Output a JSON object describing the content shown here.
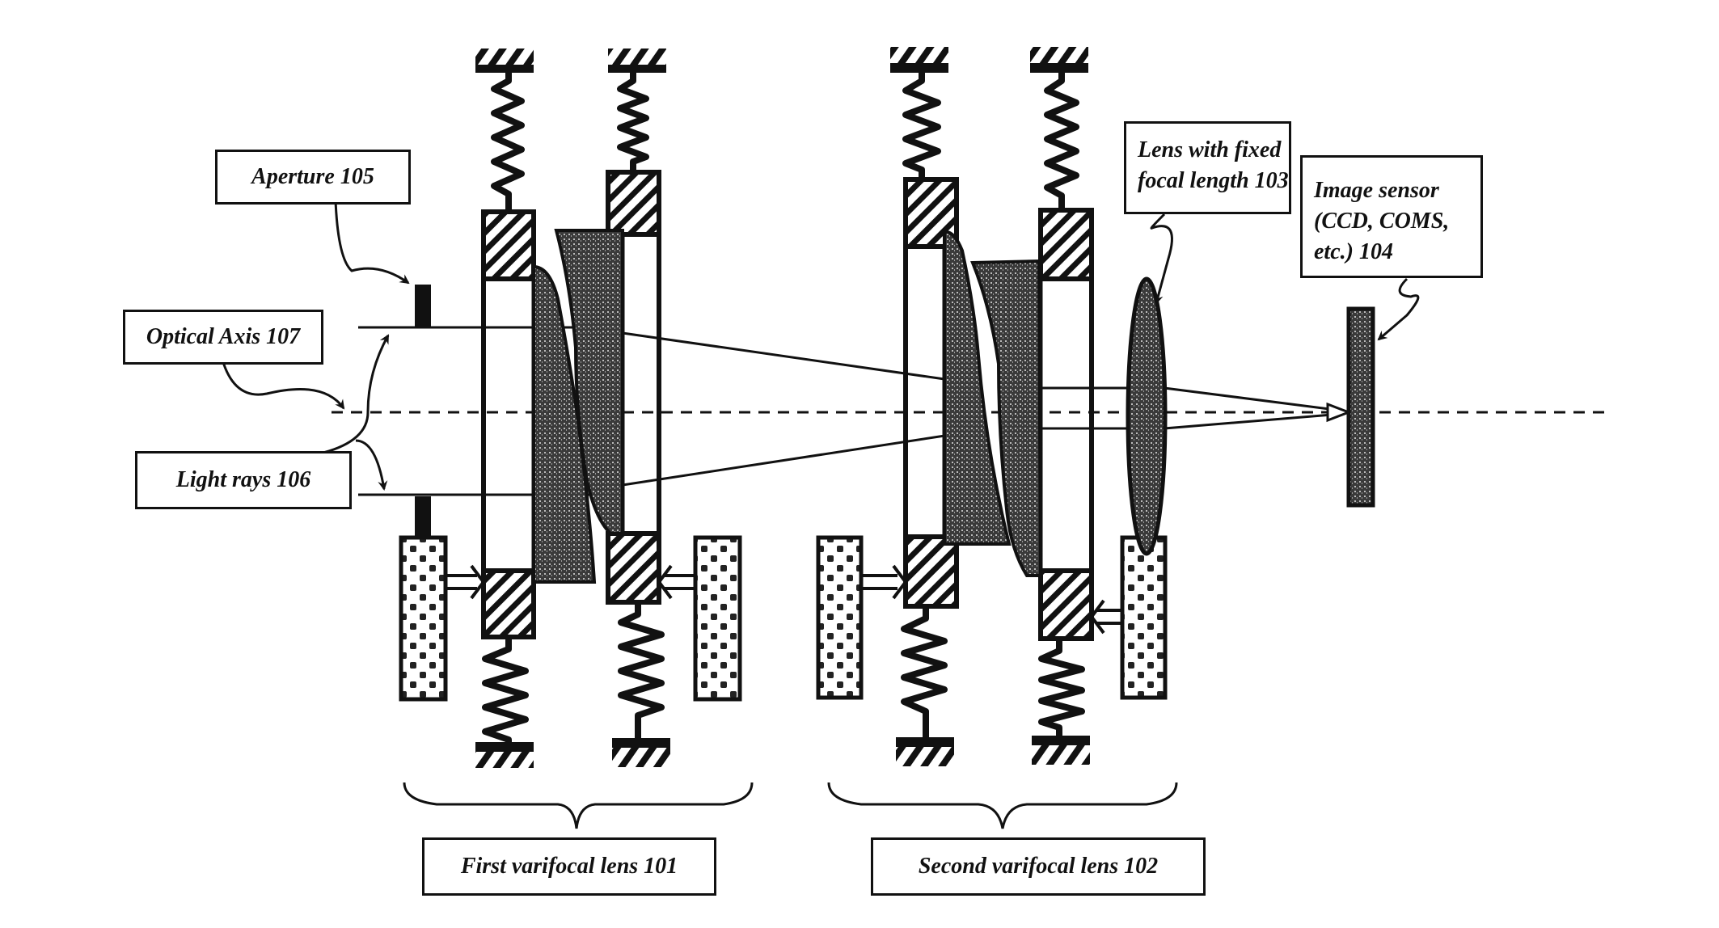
{
  "figure": {
    "type": "optical-system-schematic",
    "colors": {
      "ink": "#111111",
      "background": "#ffffff",
      "lens_fill": "#555555"
    }
  },
  "labels": {
    "aperture": "Aperture 105",
    "optical_axis": "Optical Axis 107",
    "light_rays": "Light rays 106",
    "fixed_lens": [
      "Lens with fixed",
      "focal length 103"
    ],
    "image_sensor": [
      "Image sensor",
      "(CCD, COMS,",
      "etc.) 104"
    ],
    "first_varifocal": "First varifocal lens 101",
    "second_varifocal": "Second varifocal lens 102"
  },
  "components": [
    {
      "id": "101",
      "name": "First varifocal lens",
      "parts": [
        "springs",
        "hatched frame blocks",
        "meniscus lens pair",
        "actuators"
      ]
    },
    {
      "id": "102",
      "name": "Second varifocal lens",
      "parts": [
        "springs",
        "hatched frame blocks",
        "meniscus lens pair",
        "actuators"
      ]
    },
    {
      "id": "103",
      "name": "Lens with fixed focal length"
    },
    {
      "id": "104",
      "name": "Image sensor (CCD, COMS, etc.)"
    },
    {
      "id": "105",
      "name": "Aperture"
    },
    {
      "id": "106",
      "name": "Light rays"
    },
    {
      "id": "107",
      "name": "Optical Axis"
    }
  ]
}
